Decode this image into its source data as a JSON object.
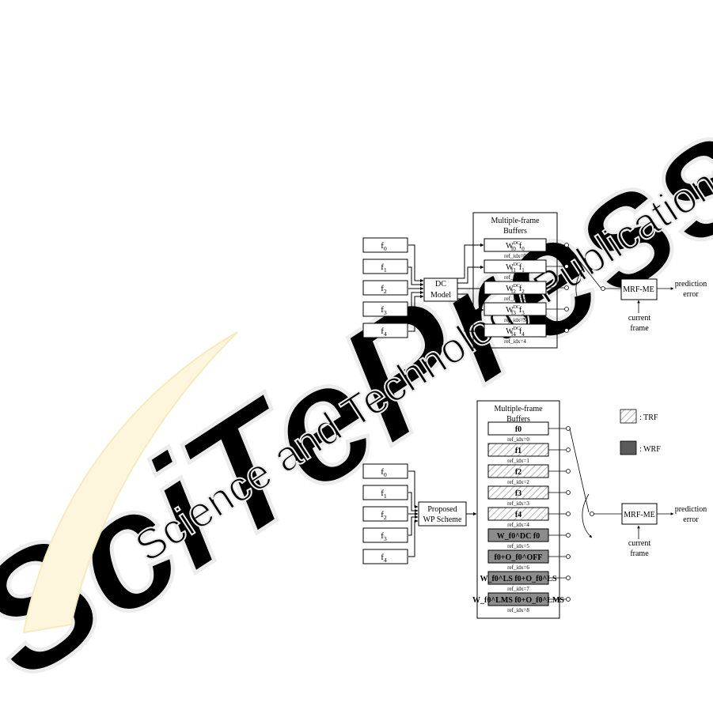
{
  "watermark": {
    "brand": "SciTePress",
    "tagline": "Science and Technology Publications"
  },
  "diagram1": {
    "frames": [
      "f0",
      "f1",
      "f2",
      "f3",
      "f4"
    ],
    "model_label": [
      "DC",
      "Model"
    ],
    "buffer_title": [
      "Multiple-frame",
      "Buffers"
    ],
    "buffers": [
      {
        "w": "W",
        "sup": "DC",
        "sub": "f0",
        "f": "f",
        "fsub": "0",
        "ref": "ref_idx=0"
      },
      {
        "w": "W",
        "sup": "DC",
        "sub": "f1",
        "f": "f",
        "fsub": "1",
        "ref": "ref_idx=1"
      },
      {
        "w": "W",
        "sup": "DC",
        "sub": "f2",
        "f": "f",
        "fsub": "2",
        "ref": "ref_idx=2"
      },
      {
        "w": "W",
        "sup": "DC",
        "sub": "f3",
        "f": "f",
        "fsub": "3",
        "ref": "ref_idx=3"
      },
      {
        "w": "W",
        "sup": "DC",
        "sub": "f4",
        "f": "f",
        "fsub": "4",
        "ref": "ref_idx=4"
      }
    ],
    "me_label": "MRF-ME",
    "output_label": [
      "prediction",
      "error"
    ],
    "current_label": [
      "current",
      "frame"
    ]
  },
  "diagram2": {
    "frames": [
      "f0",
      "f1",
      "f2",
      "f3",
      "f4"
    ],
    "model_label": [
      "Proposed",
      "WP Scheme"
    ],
    "buffer_title": [
      "Multiple-frame",
      "Buffers"
    ],
    "buffers": [
      {
        "label": "f0",
        "ref": "ref_idx=0",
        "kind": "plain"
      },
      {
        "label": "f1",
        "ref": "ref_idx=1",
        "kind": "trf"
      },
      {
        "label": "f2",
        "ref": "ref_idx=2",
        "kind": "trf"
      },
      {
        "label": "f3",
        "ref": "ref_idx=3",
        "kind": "trf"
      },
      {
        "label": "f4",
        "ref": "ref_idx=4",
        "kind": "trf"
      },
      {
        "label": "W_f0^DC f0",
        "ref": "ref_idx=5",
        "kind": "wrf"
      },
      {
        "label": "f0+O_f0^OFF",
        "ref": "ref_idx=6",
        "kind": "wrf"
      },
      {
        "label": "W_f0^LS f0+O_f0^LS",
        "ref": "ref_idx=7",
        "kind": "wrf"
      },
      {
        "label": "W_f0^LMS f0+O_f0^LMS",
        "ref": "ref_idx=8",
        "kind": "wrf"
      }
    ],
    "legend": [
      {
        "label": ": TRF",
        "kind": "trf"
      },
      {
        "label": ": WRF",
        "kind": "wrf"
      }
    ],
    "me_label": "MRF-ME",
    "output_label": [
      "prediction",
      "error"
    ],
    "current_label": [
      "current",
      "frame"
    ]
  },
  "colors": {
    "wrf_fill": "#8c8c8c",
    "legend_wrf_fill": "#5a5a5a",
    "trf_hatch": "#b5b5b5",
    "watermark": "#ececec"
  }
}
